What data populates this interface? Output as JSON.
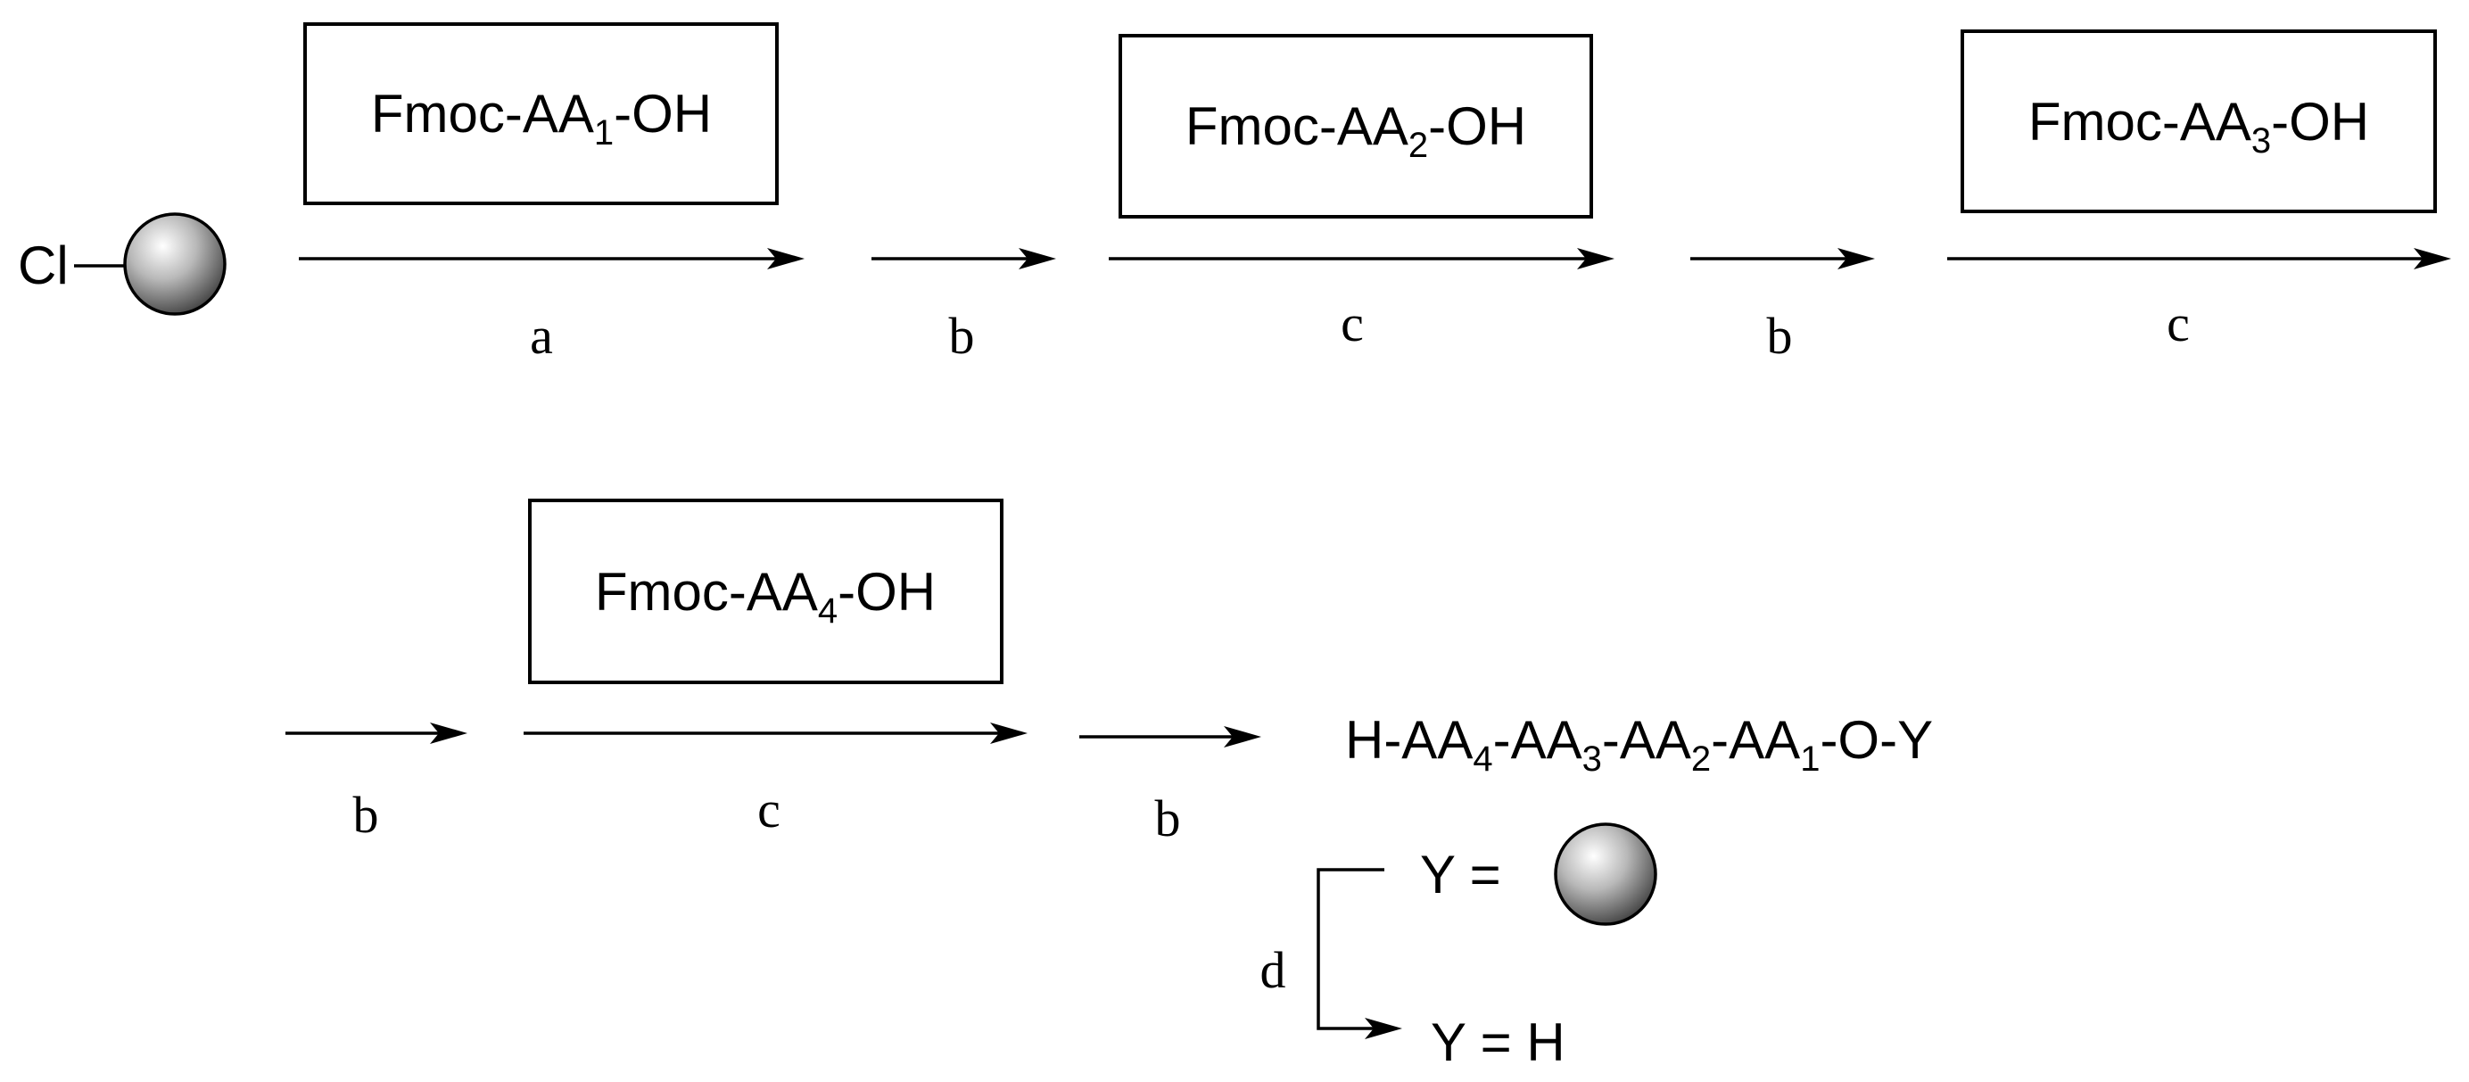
{
  "start": {
    "label": "Cl"
  },
  "reagents": [
    {
      "prefix": "Fmoc-AA",
      "sub": "1",
      "suffix": "-OH"
    },
    {
      "prefix": "Fmoc-AA",
      "sub": "2",
      "suffix": "-OH"
    },
    {
      "prefix": "Fmoc-AA",
      "sub": "3",
      "suffix": "-OH"
    },
    {
      "prefix": "Fmoc-AA",
      "sub": "4",
      "suffix": "-OH"
    }
  ],
  "steps": {
    "a": "a",
    "b": "b",
    "c": "c",
    "d": "d"
  },
  "product": {
    "parts": [
      {
        "text": "H-AA",
        "sub": "4"
      },
      {
        "text": "-AA",
        "sub": "3"
      },
      {
        "text": "-AA",
        "sub": "2"
      },
      {
        "text": "-AA",
        "sub": "1"
      },
      {
        "text": "-O-Y",
        "sub": ""
      }
    ]
  },
  "outcomes": {
    "resin": "Y =",
    "cleaved": "Y = H"
  },
  "colors": {
    "bead_highlight": "#ffffff",
    "bead_mid": "#b8b8b8",
    "bead_shadow": "#3a3a3a"
  }
}
